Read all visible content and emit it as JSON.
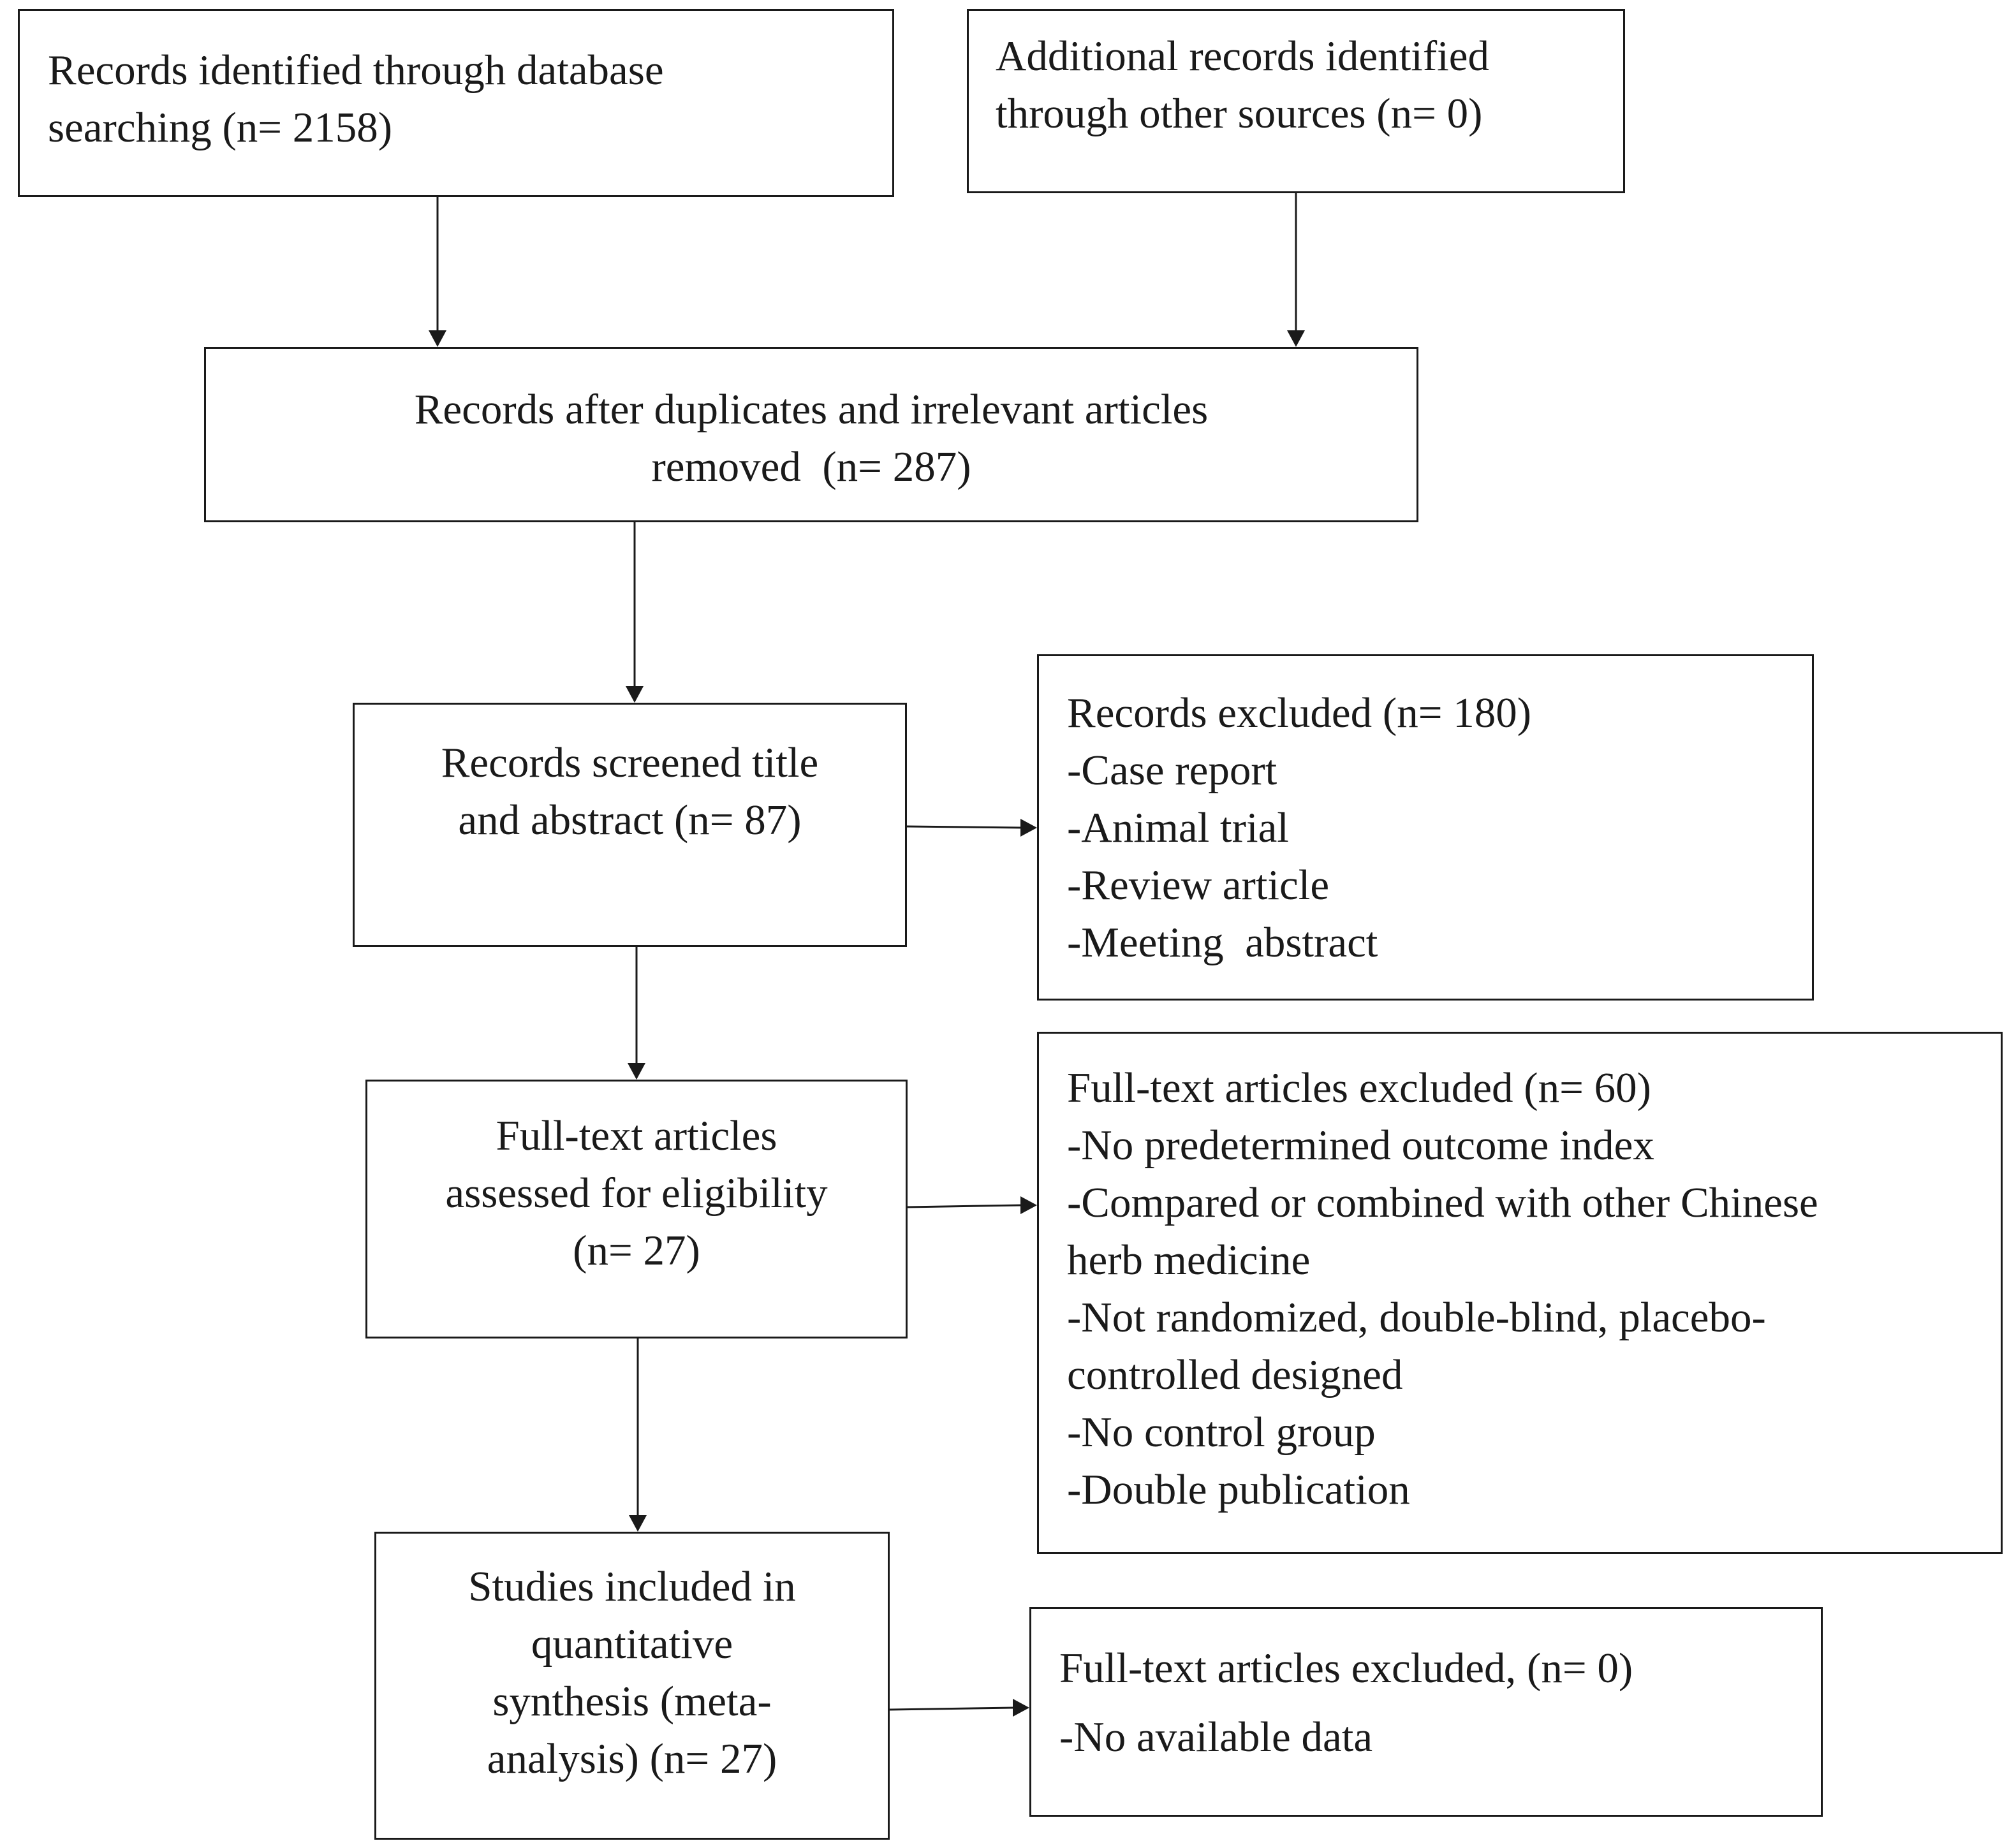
{
  "boxes": {
    "database_search": {
      "lines": [
        "Records identified through database",
        "searching (n= 2158)"
      ]
    },
    "other_sources": {
      "lines": [
        "Additional records identified",
        "through other sources (n= 0)"
      ]
    },
    "after_duplicates": {
      "lines": [
        "Records after duplicates and irrelevant articles",
        "removed  (n= 287)"
      ]
    },
    "screened": {
      "lines": [
        "Records screened title",
        "and abstract (n= 87)"
      ]
    },
    "records_excluded": {
      "lines": [
        "Records excluded (n= 180)",
        "-Case report",
        "-Animal trial",
        "-Review article",
        "-Meeting  abstract"
      ]
    },
    "full_text_assessed": {
      "lines": [
        "Full-text articles",
        "assessed for eligibility",
        "(n= 27)"
      ]
    },
    "full_text_excluded": {
      "lines": [
        "Full-text articles excluded (n= 60)",
        "-No predetermined outcome index",
        "-Compared or combined with other Chinese",
        "herb medicine",
        "-Not randomized, double-blind, placebo-",
        "controlled designed",
        "-No control group",
        "-Double publication"
      ]
    },
    "included": {
      "lines": [
        "Studies included in",
        "quantitative",
        "synthesis (meta-",
        "analysis) (n= 27)"
      ]
    },
    "full_text_excluded_final": {
      "lines": [
        "Full-text articles excluded, (n= 0)",
        "-No available data"
      ]
    }
  }
}
